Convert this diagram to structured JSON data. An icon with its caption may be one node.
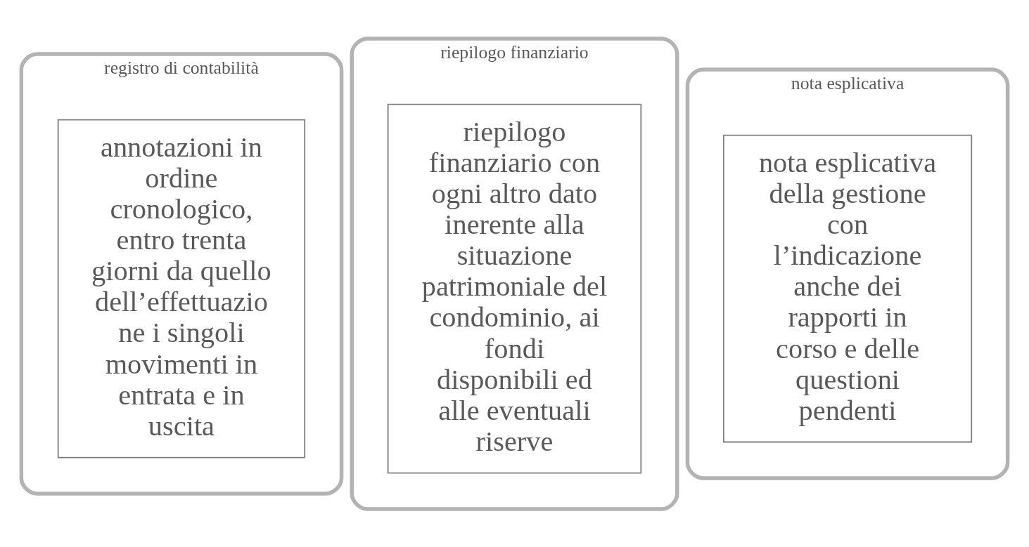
{
  "diagram": {
    "nodes": [
      {
        "text": [
          "registro di contabilità"
        ]
      },
      {
        "text": [
          "annotazioni in ordine cronologico, entro trenta giorni da quello dell’effettuazione i singoli movimenti in entrata e in uscita"
        ],
        "in": 0
      },
      {
        "text": [
          "riepilogo finanziario"
        ]
      },
      {
        "text": [
          "riepilogo finanziario con ogni altro dato inerente alla situazione patrimoniale del condominio, ai fondi disponibili ed alle eventuali riserve"
        ],
        "in": 2
      },
      {
        "text": [
          "nota esplicativa"
        ]
      },
      {
        "text": [
          "nota esplicativa della gestione con l’indicazione anche dei rapporti in corso e delle questioni pendenti"
        ],
        "in": 4
      }
    ],
    "edges": []
  }
}
